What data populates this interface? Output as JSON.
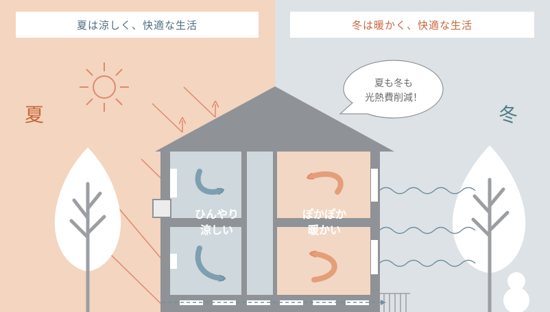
{
  "headers": {
    "summer": "夏は涼しく、快適な生活",
    "winter": "冬は暖かく、快適な生活"
  },
  "seasons": {
    "summer": "夏",
    "winter": "冬"
  },
  "bubble": {
    "line1": "夏も冬も",
    "line2": "光熱費削減！"
  },
  "rooms": {
    "cool": {
      "line1": "ひんやり",
      "line2": "涼しい"
    },
    "warm": {
      "line1": "ぽかぽか",
      "line2": "暖かい"
    }
  },
  "colors": {
    "summer_bg": "#f3d5c0",
    "winter_bg": "#dde2e6",
    "orange": "#e0896a",
    "blue": "#6f8fa0",
    "roof": "#8f9296",
    "cool_room": "#cfd8dd",
    "warm_room": "#f2d7c4"
  },
  "icons": [
    "sun-icon",
    "tree-icon",
    "snowman-icon",
    "wave-icon",
    "airflow-arrow-icon"
  ]
}
